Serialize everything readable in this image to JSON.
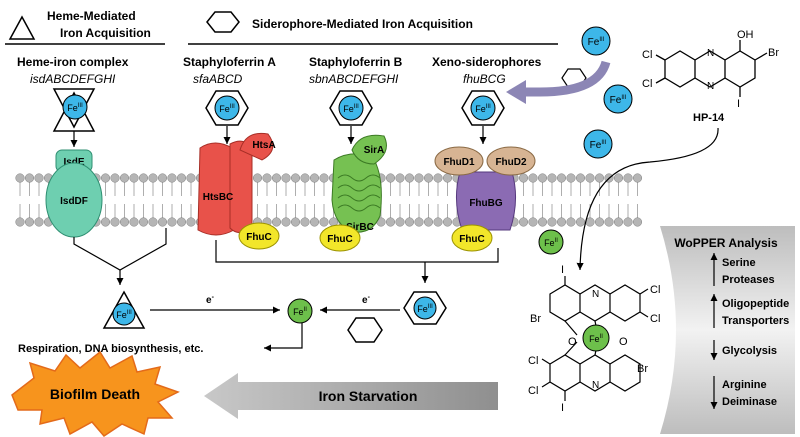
{
  "headers": {
    "heme": [
      "Heme-Mediated",
      "Iron Acquisition"
    ],
    "siderophore": "Siderophore-Mediated Iron Acquisition"
  },
  "pathways": [
    {
      "name": "Heme-iron complex",
      "genes": "isdABCDEFGHI"
    },
    {
      "name": "Staphyloferrin A",
      "genes": "sfaABCD"
    },
    {
      "name": "Staphyloferrin B",
      "genes": "sbnABCDEFGHI"
    },
    {
      "name": "Xeno-siderophores",
      "genes": "fhuBCG"
    }
  ],
  "ions": {
    "ferric": "Fe",
    "ferric_sup": "III",
    "ferrous": "Fe",
    "ferrous_sup": "II"
  },
  "proteins": {
    "isdE": "IsdE",
    "isdDF": "IsdDF",
    "htsA": "HtsA",
    "htsBC": "HtsBC",
    "sirA": "SirA",
    "sirBC": "SirBC",
    "fhuD1": "FhuD1",
    "fhuD2": "FhuD2",
    "fhuBG": "FhuBG",
    "fhuC": "FhuC"
  },
  "compound": {
    "name": "HP-14",
    "oh": "OH",
    "br": "Br",
    "cl": "Cl",
    "i": "I",
    "n": "N",
    "o": "O"
  },
  "electron": "e",
  "electron_sup": "-",
  "outcomes": {
    "respiration": "Respiration, DNA biosynthesis, etc.",
    "biofilm_death": "Biofilm Death",
    "iron_starvation": "Iron Starvation"
  },
  "wopper": {
    "title": "WoPPER Analysis",
    "items": [
      {
        "label": [
          "Serine",
          "Proteases"
        ],
        "direction": "up"
      },
      {
        "label": [
          "Oligopeptide",
          "Transporters"
        ],
        "direction": "up"
      },
      {
        "label": [
          "Glycolysis"
        ],
        "direction": "down"
      },
      {
        "label": [
          "Arginine",
          "Deiminase"
        ],
        "direction": "down"
      }
    ]
  },
  "colors": {
    "isd": "#6ecfb0",
    "hts": "#e8524a",
    "sir": "#76c152",
    "fhuD": "#d7b493",
    "fhuBG": "#8b6bb3",
    "fhuC": "#f2e62a",
    "iron": "#3db7e9",
    "fe2": "#6dc04b",
    "membrane_head": "#b5b5b5",
    "burst": "#f7941d",
    "wopper_bg": "#d9d9d9"
  }
}
